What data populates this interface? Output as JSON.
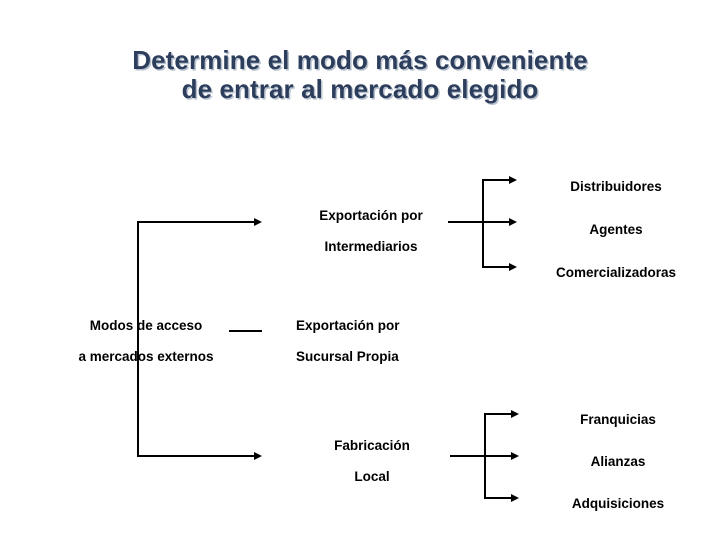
{
  "slide": {
    "background_color": "#ffffff",
    "title": {
      "line1": "Determine el modo más conveniente",
      "line2": "de entrar al mercado elegido",
      "color": "#2d3e5c",
      "shadow_color": "#b9c2cf"
    }
  },
  "diagram": {
    "line_color": "#000000",
    "root": {
      "line1": "Modos de acceso",
      "line2": "a mercados externos"
    },
    "branches": [
      {
        "id": "exportacion-intermediarios",
        "line1": "Exportación por",
        "line2": "Intermediarios",
        "children": [
          {
            "label": "Distribuidores"
          },
          {
            "label": "Agentes"
          },
          {
            "label": "Comercializadoras"
          }
        ]
      },
      {
        "id": "exportacion-sucursal-propia",
        "line1": "Exportación por",
        "line2": "Sucursal Propia",
        "children": []
      },
      {
        "id": "fabricacion-local",
        "line1": "Fabricación",
        "line2": "Local",
        "children": [
          {
            "label": "Franquicias"
          },
          {
            "label": "Alianzas"
          },
          {
            "label": "Adquisiciones"
          }
        ]
      }
    ]
  }
}
